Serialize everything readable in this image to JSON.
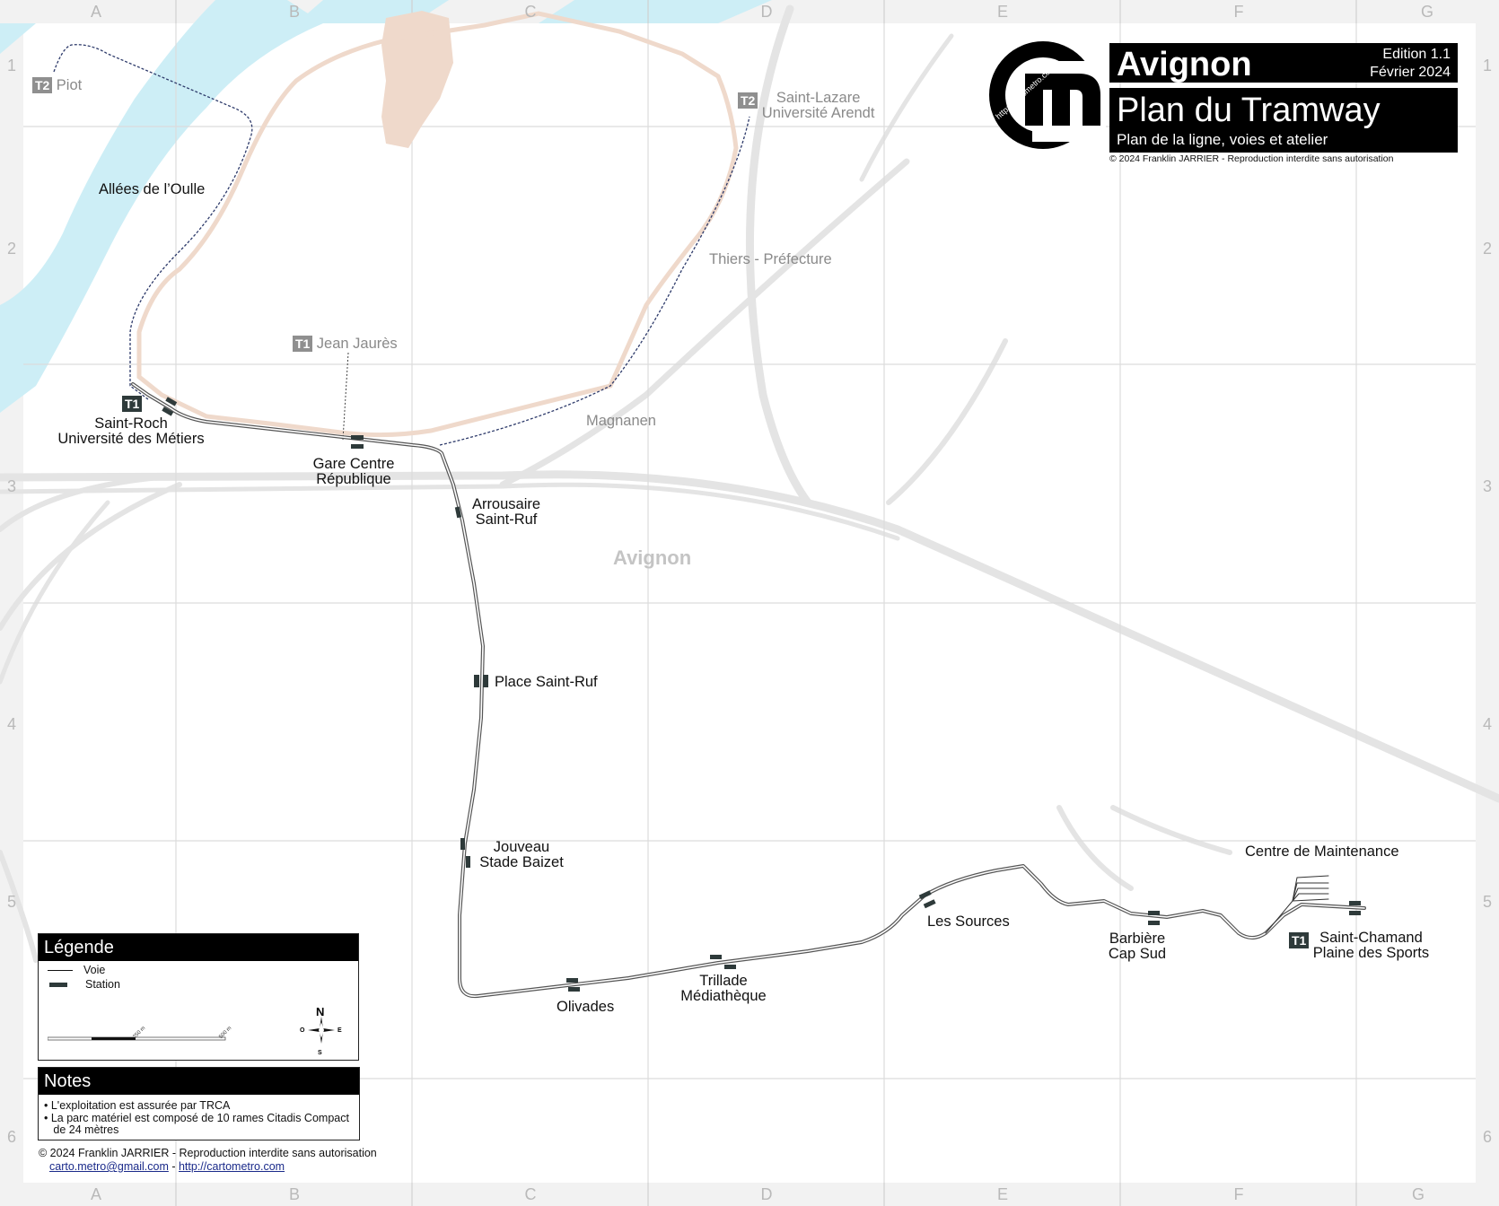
{
  "grid": {
    "columns": [
      "A",
      "B",
      "C",
      "D",
      "E",
      "F",
      "G"
    ],
    "rows": [
      "1",
      "2",
      "3",
      "4",
      "5",
      "6"
    ]
  },
  "title": {
    "city": "Avignon",
    "edition": "Edition 1.1",
    "date": "Février 2024",
    "heading": "Plan du Tramway",
    "subheading": "Plan de la ligne, voies et atelier",
    "copyright": "© 2024   Franklin JARRIER  -   Reproduction interdite sans autorisation",
    "logo_url_text": "http://cartometro.com"
  },
  "city_label": "Avignon",
  "stations": {
    "piot": {
      "badge": "T2",
      "name": "Piot"
    },
    "saint_lazare": {
      "badge": "T2",
      "line1": "Saint-Lazare",
      "line2": "Université Arendt"
    },
    "allees_oulle": "Allées de l’Oulle",
    "thiers": "Thiers - Préfecture",
    "jean_jaures": {
      "badge": "T1",
      "name": "Jean Jaurès"
    },
    "saint_roch": {
      "badge": "T1",
      "line1": "Saint-Roch",
      "line2": "Université des Métiers"
    },
    "magnanen": "Magnanen",
    "gare": {
      "line1": "Gare Centre",
      "line2": "République"
    },
    "arrousaire": {
      "line1": "Arrousaire",
      "line2": "Saint-Ruf"
    },
    "place_saint_ruf": "Place Saint-Ruf",
    "jouveau": {
      "line1": "Jouveau",
      "line2": "Stade Baizet"
    },
    "olivades": "Olivades",
    "trillade": {
      "line1": "Trillade",
      "line2": "Médiathèque"
    },
    "les_sources": "Les Sources",
    "barbiere": {
      "line1": "Barbière",
      "line2": "Cap Sud"
    },
    "centre_maintenance": "Centre de Maintenance",
    "saint_chamand": {
      "badge": "T1",
      "line1": "Saint-Chamand",
      "line2": "Plaine des Sports"
    }
  },
  "legend": {
    "title": "Légende",
    "voie": "Voie",
    "station": "Station",
    "scale_250": "250 m",
    "scale_500": "500 m",
    "compass": {
      "n": "N",
      "s": "S",
      "e": "E",
      "o": "O"
    }
  },
  "notes": {
    "title": "Notes",
    "items": [
      "• L'exploitation est assurée par TRCA",
      "• La parc matériel est composé de 10 rames Citadis Compact",
      "   de 24 mètres"
    ]
  },
  "footer": {
    "copyright": "© 2024   Franklin JARRIER  -  Reproduction interdite sans autorisation",
    "email": "carto.metro@gmail.com",
    "separator": " - ",
    "website": "http://cartometro.com"
  },
  "colors": {
    "river": "#cdeef6",
    "rampart": "#efd9cb",
    "rail": "#e6e6e6",
    "grid_line": "#dcdcdc",
    "frame": "#f0f0f0",
    "tram_dark_badge": "#2e3a3a",
    "tram_grey_badge": "#8f8f8f"
  }
}
